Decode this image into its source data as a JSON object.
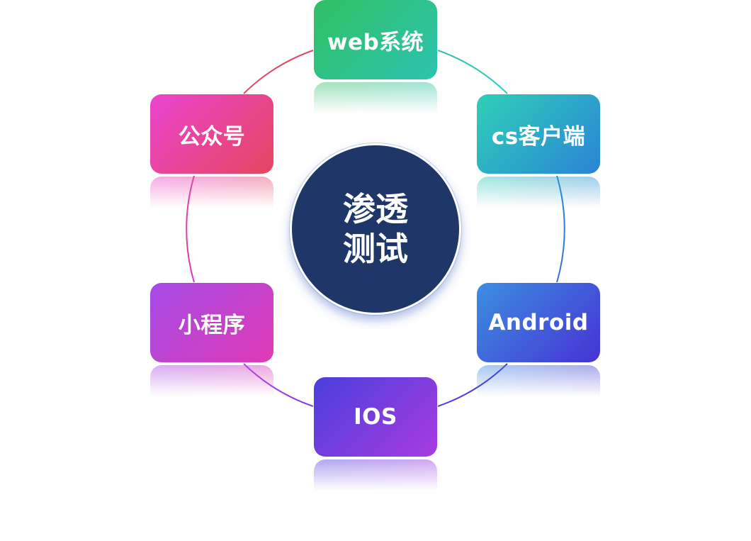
{
  "center": {
    "line1": "渗透",
    "line2": "测试"
  },
  "nodes": [
    {
      "id": "web",
      "label": "web系统"
    },
    {
      "id": "cs",
      "label": "cs客户端"
    },
    {
      "id": "android",
      "label": "Android"
    },
    {
      "id": "ios",
      "label": "IOS"
    },
    {
      "id": "miniprogram",
      "label": "小程序"
    },
    {
      "id": "official",
      "label": "公众号"
    }
  ],
  "colors": {
    "center_fill": "#1f3768",
    "web": [
      "#31c064",
      "#2cc3b0"
    ],
    "cs": [
      "#2fd0b8",
      "#2a83d6"
    ],
    "android": [
      "#3c8fe0",
      "#4632d4"
    ],
    "ios": [
      "#4a3fdc",
      "#a93be0"
    ],
    "miniprogram": [
      "#a44be6",
      "#e03ab5"
    ],
    "official": [
      "#ea45d0",
      "#e6455f"
    ]
  }
}
